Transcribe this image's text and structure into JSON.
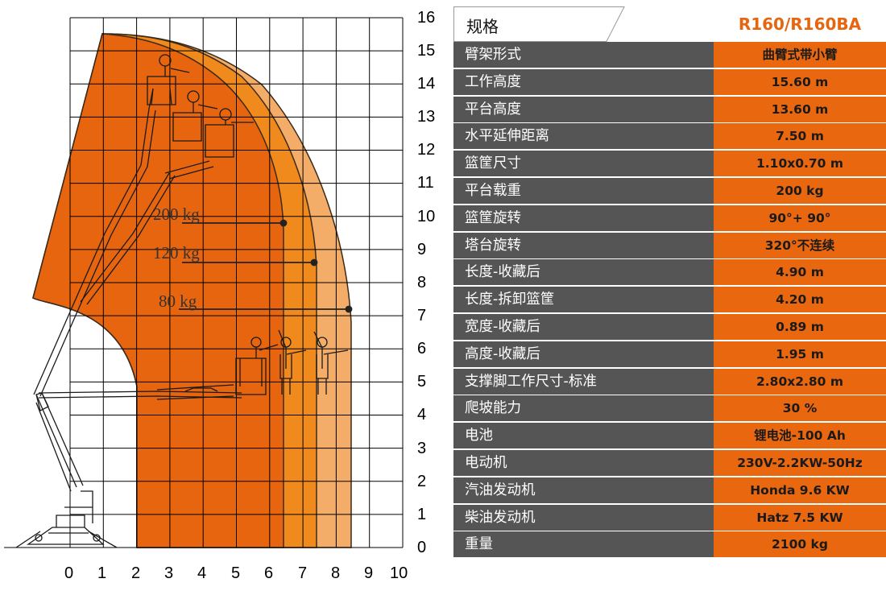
{
  "diagram": {
    "y_axis_labels": [
      "16",
      "15",
      "14",
      "13",
      "12",
      "11",
      "10",
      "9",
      "8",
      "7",
      "6",
      "5",
      "4",
      "3",
      "2",
      "1",
      "0"
    ],
    "x_axis_labels": [
      "0",
      "1",
      "2",
      "3",
      "4",
      "5",
      "6",
      "7",
      "8",
      "9",
      "10"
    ],
    "load_labels": [
      {
        "text": "200 kg",
        "reach_m": 6.4,
        "height_m": 9.8
      },
      {
        "text": "120 kg",
        "reach_m": 7.3,
        "height_m": 8.7
      },
      {
        "text": "80 kg",
        "reach_m": 8.3,
        "height_m": 7.2
      }
    ],
    "colors": {
      "envelope_200kg": "#e8650f",
      "envelope_120kg": "#f08a1c",
      "envelope_80kg": "#f4ad68",
      "grid": "#000000"
    }
  },
  "spec_table": {
    "header_label": "规格",
    "model": "R160/R160BA",
    "rows": [
      {
        "label": "臂架形式",
        "value": "曲臂式带小臂"
      },
      {
        "label": "工作高度",
        "value": "15.60 m"
      },
      {
        "label": "平台高度",
        "value": "13.60 m"
      },
      {
        "label": "水平延伸距离",
        "value": "7.50 m"
      },
      {
        "label": "篮筐尺寸",
        "value": "1.10x0.70 m"
      },
      {
        "label": "平台载重",
        "value": "200 kg"
      },
      {
        "label": "篮筐旋转",
        "value": "90°+ 90°"
      },
      {
        "label": "塔台旋转",
        "value": "320°不连续"
      },
      {
        "label": "长度-收藏后",
        "value": "4.90 m"
      },
      {
        "label": "长度-拆卸篮筐",
        "value": "4.20 m"
      },
      {
        "label": "宽度-收藏后",
        "value": "0.89 m"
      },
      {
        "label": "高度-收藏后",
        "value": "1.95 m"
      },
      {
        "label": "支撑脚工作尺寸-标准",
        "value": "2.80x2.80 m"
      },
      {
        "label": "爬坡能力",
        "value": "30 %"
      },
      {
        "label": "电池",
        "value": "锂电池-100 Ah"
      },
      {
        "label": "电动机",
        "value": "230V-2.2KW-50Hz"
      },
      {
        "label": "汽油发动机",
        "value": "Honda  9.6 KW"
      },
      {
        "label": "柴油发动机",
        "value": "Hatz  7.5 KW"
      },
      {
        "label": "重量",
        "value": "2100 kg"
      }
    ],
    "colors": {
      "label_bg": "#555555",
      "value_bg": "#e9670f",
      "model_text": "#e8650f"
    }
  }
}
